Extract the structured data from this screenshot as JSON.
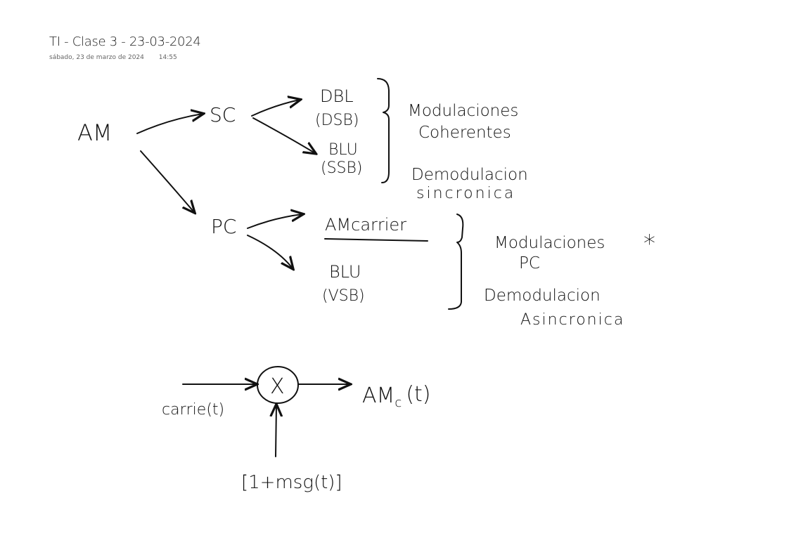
{
  "page": {
    "title": "TI - Clase 3 - 23-03-2024",
    "date": "sábado, 23 de marzo de 2024",
    "time": "14:55"
  },
  "diagram": {
    "root": "AM",
    "sc": {
      "label": "SC",
      "dbl": "DBL",
      "dsb": "(DSB)",
      "blu": "BLU",
      "ssb": "(SSB)",
      "notes": [
        "Modulaciones",
        "Coherentes",
        "Demodulacion",
        "sincronica"
      ]
    },
    "pc": {
      "label": "PC",
      "amcarrier": "AMcarrier",
      "blu": "BLU",
      "vsb": "(VSB)",
      "notes": [
        "Modulaciones",
        "PC",
        "Demodulacion",
        "Asincronica"
      ],
      "star": "*"
    },
    "block": {
      "input": "carrie(t)",
      "multiplier": "X",
      "output": "AM",
      "output_sub": "c",
      "output_arg": "(t)",
      "mod_input": "[1+msg(t)]"
    }
  }
}
